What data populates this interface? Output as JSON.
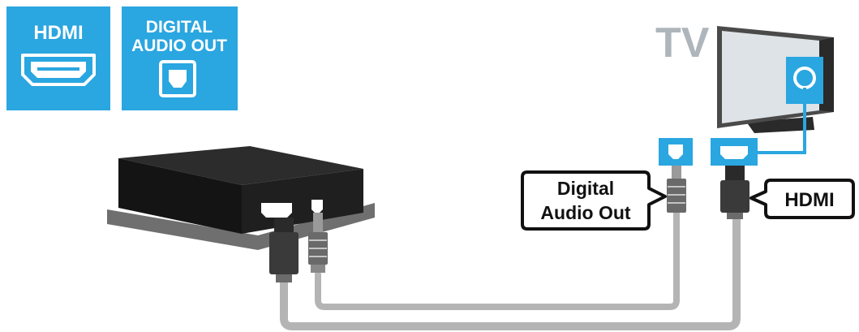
{
  "legend": {
    "hdmi": {
      "label": "HDMI",
      "icon": "hdmi-port-icon"
    },
    "digital_audio_out": {
      "label_line1": "DIGITAL",
      "label_line2": "AUDIO OUT",
      "icon": "optical-port-icon"
    }
  },
  "tv": {
    "label": "TV"
  },
  "callouts": {
    "digital_audio_out_line1": "Digital",
    "digital_audio_out_line2": "Audio Out",
    "hdmi": "HDMI"
  },
  "colors": {
    "accent_blue": "#2aa6e0",
    "device_black": "#1c1c1c",
    "cable_gray": "#b4b4b4",
    "tv_label_gray": "#aeb6bc"
  }
}
